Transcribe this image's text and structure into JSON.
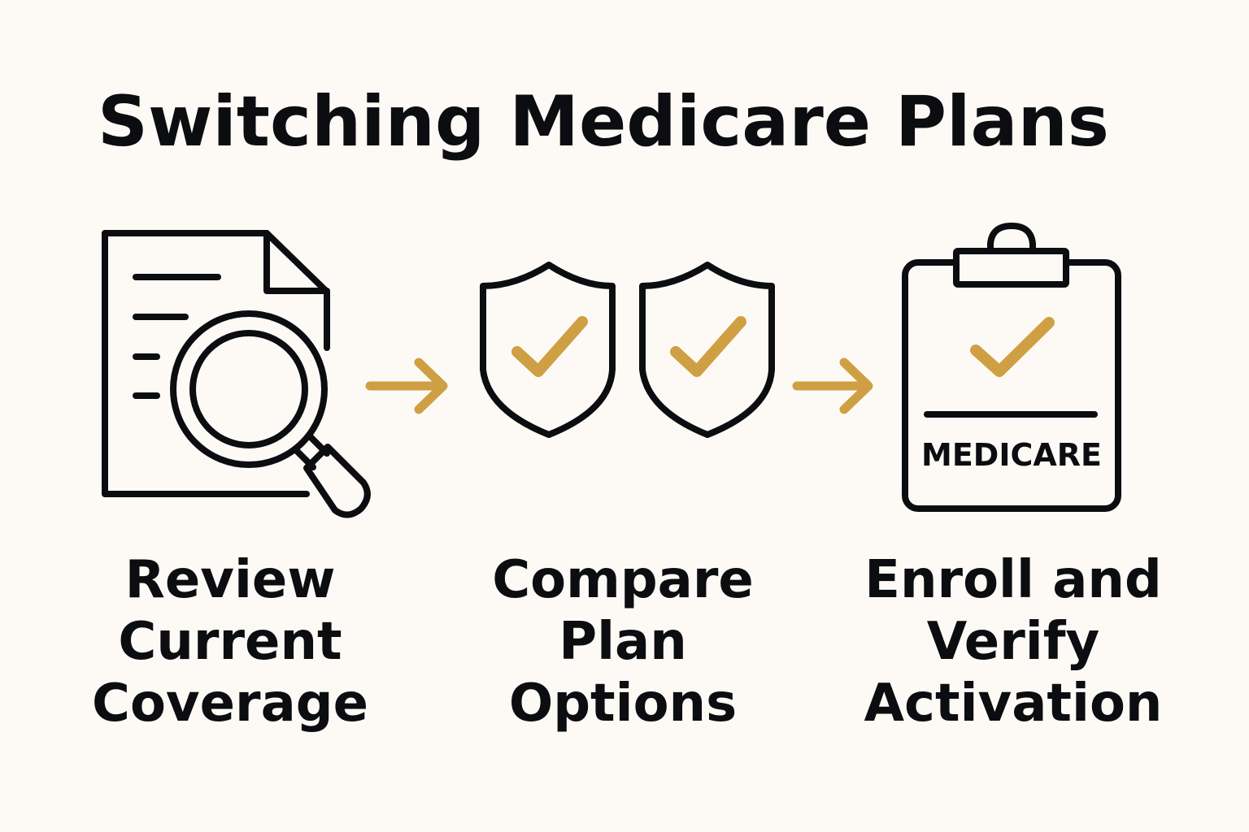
{
  "title": "Switching Medicare Plans",
  "colors": {
    "background": "#fdfaf6",
    "ink": "#0b0d10",
    "accent": "#cfa043"
  },
  "steps": [
    {
      "icon": "document-magnifier-icon",
      "label_lines": [
        "Review",
        "Current",
        "Coverage"
      ]
    },
    {
      "icon": "shield-check-pair-icon",
      "label_lines": [
        "Compare",
        "Plan",
        "Options"
      ]
    },
    {
      "icon": "clipboard-check-icon",
      "clipboard_text": "MEDICARE",
      "label_lines": [
        "Enroll and",
        "Verify",
        "Activation"
      ]
    }
  ],
  "connectors": [
    "arrow-right-icon",
    "arrow-right-icon"
  ]
}
